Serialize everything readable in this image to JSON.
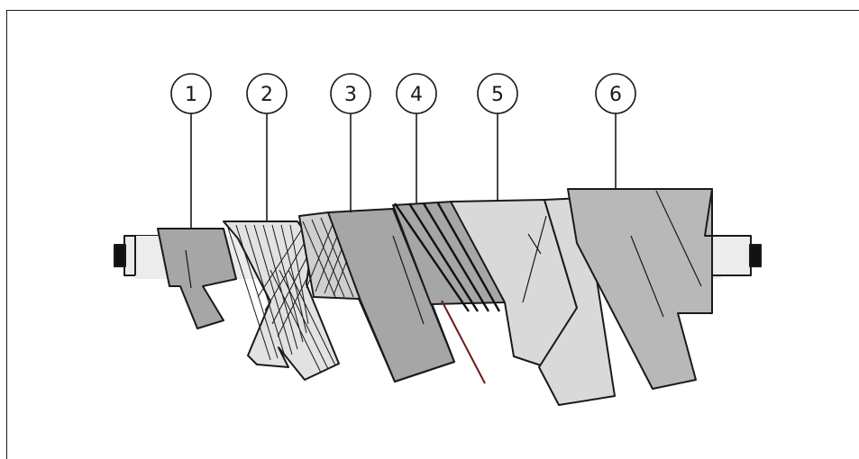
{
  "callouts": [
    {
      "label": "1"
    },
    {
      "label": "2"
    },
    {
      "label": "3"
    },
    {
      "label": "4"
    },
    {
      "label": "5"
    },
    {
      "label": "6"
    }
  ],
  "colors": {
    "outline": "#1a1a1a",
    "conductor": "#ececec",
    "tape_dark": "#a6a6a6",
    "tape_medium": "#b8b8b8",
    "tape_light": "#d9d9d9",
    "wire": "#6b1a1a"
  }
}
